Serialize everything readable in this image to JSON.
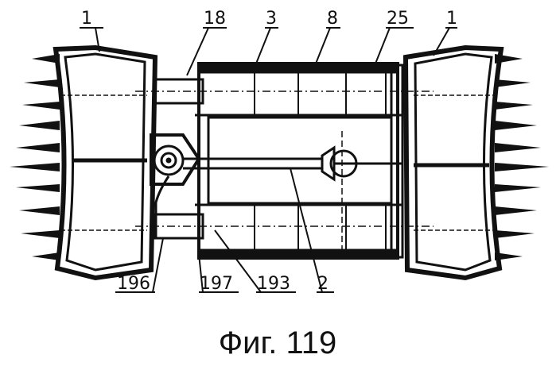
{
  "figure": {
    "caption": "Фиг. 119",
    "reference_numerals": {
      "left_body": "1",
      "pipe_18": "18",
      "frame_3": "3",
      "shaft_8": "8",
      "plate_25": "25",
      "right_body": "1",
      "part_196": "196",
      "part_197": "197",
      "part_193": "193",
      "axle_2": "2"
    }
  }
}
